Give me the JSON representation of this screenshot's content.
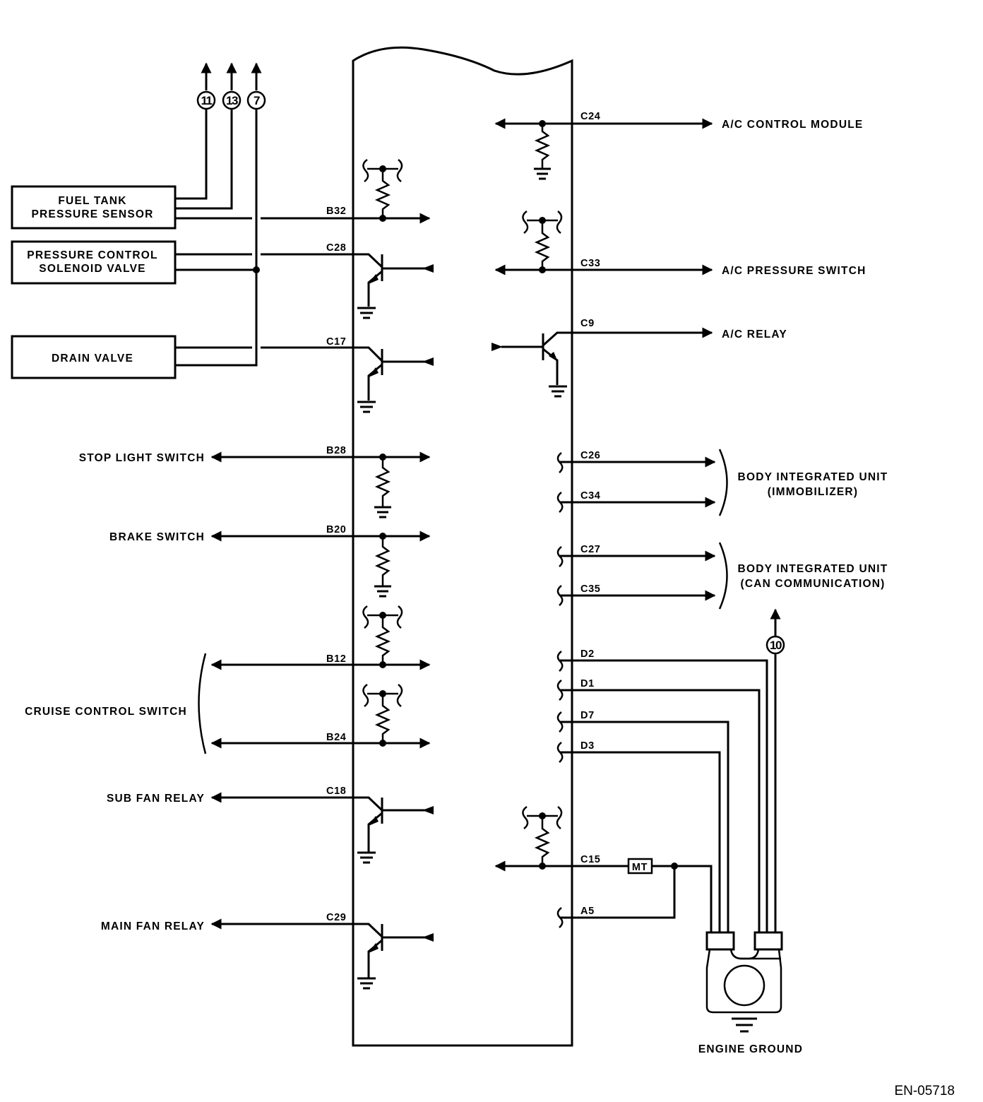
{
  "diagram": {
    "reference_code": "EN-05718",
    "connector_refs": [
      "11",
      "13",
      "7",
      "10"
    ],
    "components_boxed": {
      "fuel_tank_pressure_sensor": [
        "FUEL TANK",
        "PRESSURE SENSOR"
      ],
      "pressure_control_solenoid_valve": [
        "PRESSURE CONTROL",
        "SOLENOID VALVE"
      ],
      "drain_valve": [
        "DRAIN VALVE"
      ]
    },
    "left_labels": {
      "stop_light_switch": "STOP LIGHT SWITCH",
      "brake_switch": "BRAKE SWITCH",
      "cruise_control_switch": "CRUISE CONTROL SWITCH",
      "sub_fan_relay": "SUB FAN RELAY",
      "main_fan_relay": "MAIN FAN RELAY"
    },
    "right_labels": {
      "ac_control_module": "A/C CONTROL MODULE",
      "ac_pressure_switch": "A/C PRESSURE SWITCH",
      "ac_relay": "A/C RELAY",
      "biu_immobilizer": [
        "BODY INTEGRATED UNIT",
        "(IMMOBILIZER)"
      ],
      "biu_can": [
        "BODY INTEGRATED UNIT",
        "(CAN COMMUNICATION)"
      ],
      "engine_ground": "ENGINE GROUND",
      "mt_option": "MT"
    },
    "pins": {
      "left": [
        "B32",
        "C28",
        "C17",
        "B28",
        "B20",
        "B12",
        "B24",
        "C18",
        "C29"
      ],
      "right": [
        "C24",
        "C33",
        "C9",
        "C26",
        "C34",
        "C27",
        "C35",
        "D2",
        "D1",
        "D7",
        "D3",
        "C15",
        "A5"
      ]
    }
  }
}
